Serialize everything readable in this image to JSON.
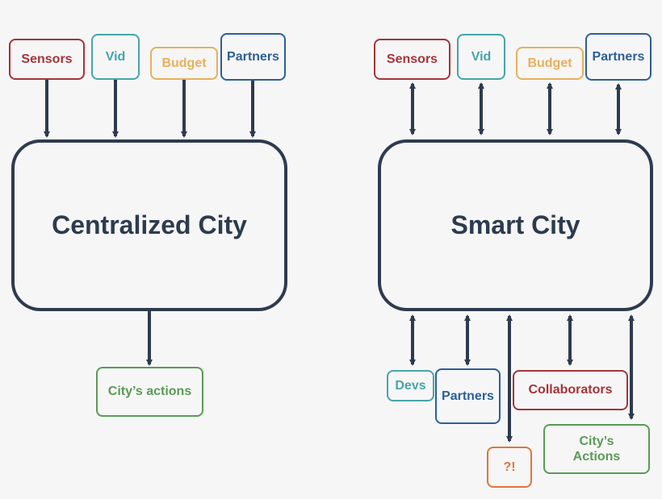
{
  "colors": {
    "dark": "#2e3b4e",
    "red": "#a4343a",
    "teal": "#46a5a9",
    "yellow": "#e6b05b",
    "blue": "#2d5f94",
    "green": "#5b9a55",
    "orange": "#e0743e",
    "background": "#f6f6f7"
  },
  "left": {
    "title": "Centralized City",
    "inputs": {
      "sensors": "Sensors",
      "vid": "Vid",
      "budget": "Budget",
      "partners": "Partners"
    },
    "output": "City’s actions"
  },
  "right": {
    "title": "Smart City",
    "inputs": {
      "sensors": "Sensors",
      "vid": "Vid",
      "budget": "Budget",
      "partners": "Partners"
    },
    "outputs": {
      "devs": "Devs",
      "partners": "Partners",
      "unknown": "?!",
      "collaborators": "Collaborators",
      "citys_actions": "City’s\nActions"
    }
  }
}
